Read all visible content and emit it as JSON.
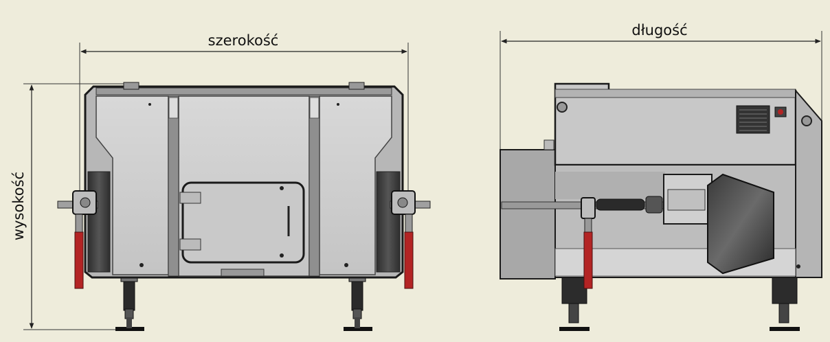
{
  "labels": {
    "width": "szerokość",
    "length": "długość",
    "height": "wysokość"
  },
  "colors": {
    "background": "#eeecdb",
    "body_light": "#cfcfcf",
    "body_mid": "#a6a6a6",
    "body_dark": "#5a5a5a",
    "outline": "#1a1a1a",
    "red_handle": "#b32424",
    "dimension_line": "#222222"
  }
}
